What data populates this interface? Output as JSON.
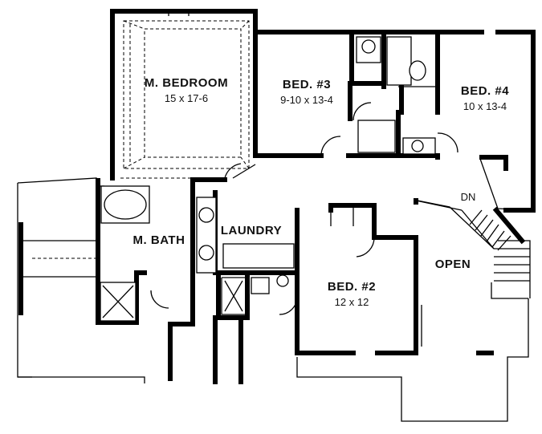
{
  "rooms": {
    "master_bedroom": {
      "name": "M. BEDROOM",
      "dims": "15 x 17-6"
    },
    "bed3": {
      "name": "BED. #3",
      "dims": "9-10 x 13-4"
    },
    "bed4": {
      "name": "BED. #4",
      "dims": "10 x 13-4"
    },
    "master_bath": {
      "name": "M. BATH"
    },
    "laundry": {
      "name": "LAUNDRY"
    },
    "bed2": {
      "name": "BED. #2",
      "dims": "12 x 12"
    },
    "open": {
      "name": "OPEN"
    }
  },
  "stair": {
    "label": "DN"
  }
}
